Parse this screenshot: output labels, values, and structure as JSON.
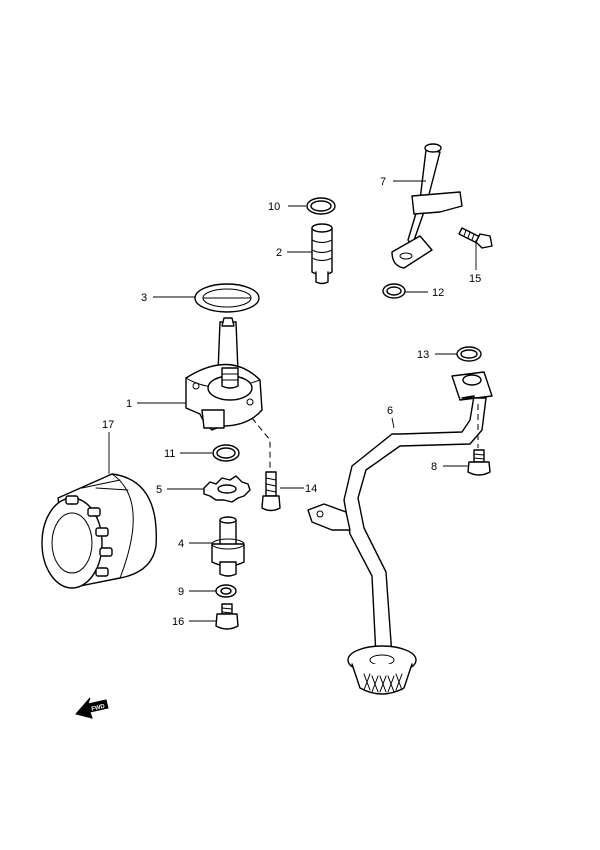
{
  "callouts": {
    "c1": "1",
    "c2": "2",
    "c3": "3",
    "c4": "4",
    "c5": "5",
    "c6": "6",
    "c7": "7",
    "c8": "8",
    "c9": "9",
    "c10": "10",
    "c11": "11",
    "c12": "12",
    "c13": "13",
    "c14": "14",
    "c15": "15",
    "c16": "16",
    "c17": "17"
  },
  "fwd_label": "FWD"
}
